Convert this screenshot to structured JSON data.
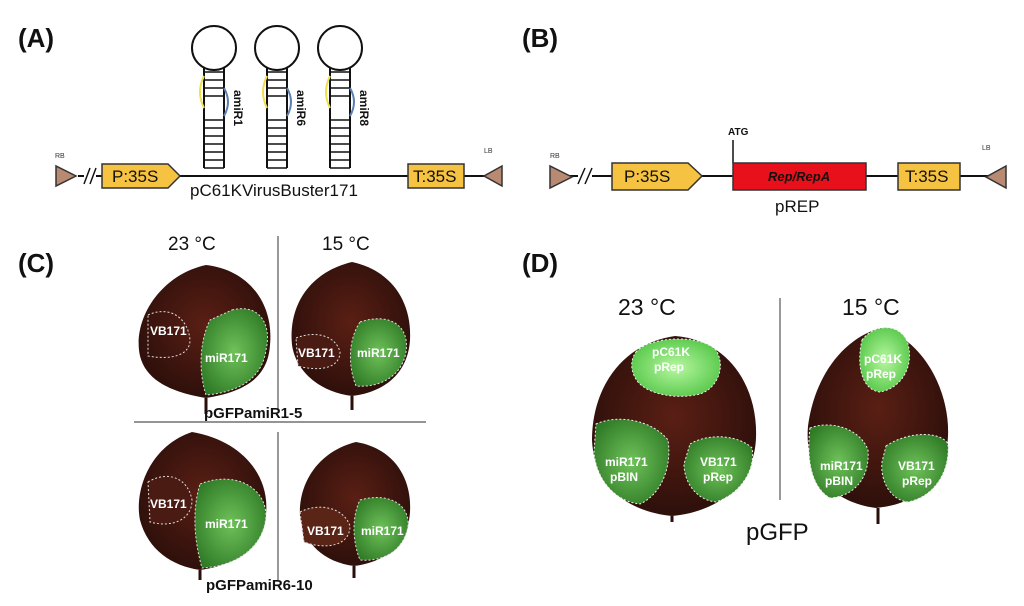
{
  "panels": {
    "a": {
      "label": "(A)",
      "rb": "RB",
      "lb": "LB",
      "promoter": "P:35S",
      "terminator": "T:35S",
      "construct_name": "pC61KVirusBuster171",
      "amirs": [
        "amiR1",
        "amiR6",
        "amiR8"
      ]
    },
    "b": {
      "label": "(B)",
      "rb": "RB",
      "lb": "LB",
      "promoter": "P:35S",
      "terminator": "T:35S",
      "start_codon": "ATG",
      "gene": "Rep/RepA",
      "construct_name": "pREP"
    },
    "c": {
      "label": "(C)",
      "temp_left": "23 °C",
      "temp_right": "15 °C",
      "spot_vb": "VB171",
      "spot_mir": "miR171",
      "line_top": "pGFPamiR1-5",
      "line_bottom": "pGFPamiR6-10"
    },
    "d": {
      "label": "(D)",
      "temp_left": "23 °C",
      "temp_right": "15 °C",
      "top_spot_line1": "pC61K",
      "top_spot_line2": "pRep",
      "left_spot_line1": "miR171",
      "left_spot_line2": "pBIN",
      "right_spot_line1": "VB171",
      "right_spot_line2": "pRep",
      "line_name": "pGFP"
    }
  },
  "colors": {
    "promoter_fill": "#f5c242",
    "gene_fill": "#e8111b",
    "border_arrow": "#b98a72",
    "leaf_dark": "#3b1510",
    "leaf_green": "#4aa339",
    "leaf_bright_green": "#7be36b",
    "hairpin_blue": "#5b7fb5",
    "hairpin_yellow": "#f0e04a"
  }
}
